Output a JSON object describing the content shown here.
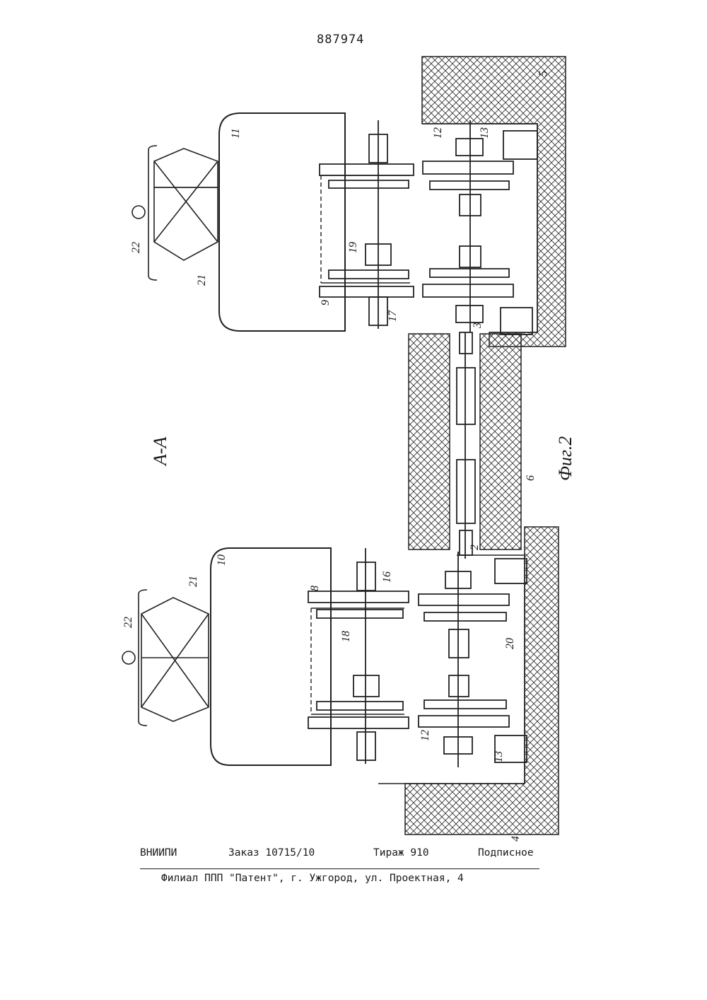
{
  "document": {
    "patent_number": "887974",
    "section_label": "А-А",
    "figure_label": "Фиг.2"
  },
  "diagram": {
    "part_labels": [
      "2",
      "3",
      "4",
      "5",
      "6",
      "8",
      "9",
      "10",
      "11",
      "12",
      "12",
      "13",
      "13",
      "16",
      "17",
      "18",
      "19",
      "20",
      "21",
      "21",
      "22",
      "22"
    ]
  },
  "footer": {
    "organization": "ВНИИПИ",
    "order": "Заказ 10715/10",
    "circulation": "Тираж 910",
    "subscription": "Подписное",
    "branch_address": "Филиал ППП \"Патент\", г. Ужгород, ул. Проектная, 4"
  }
}
